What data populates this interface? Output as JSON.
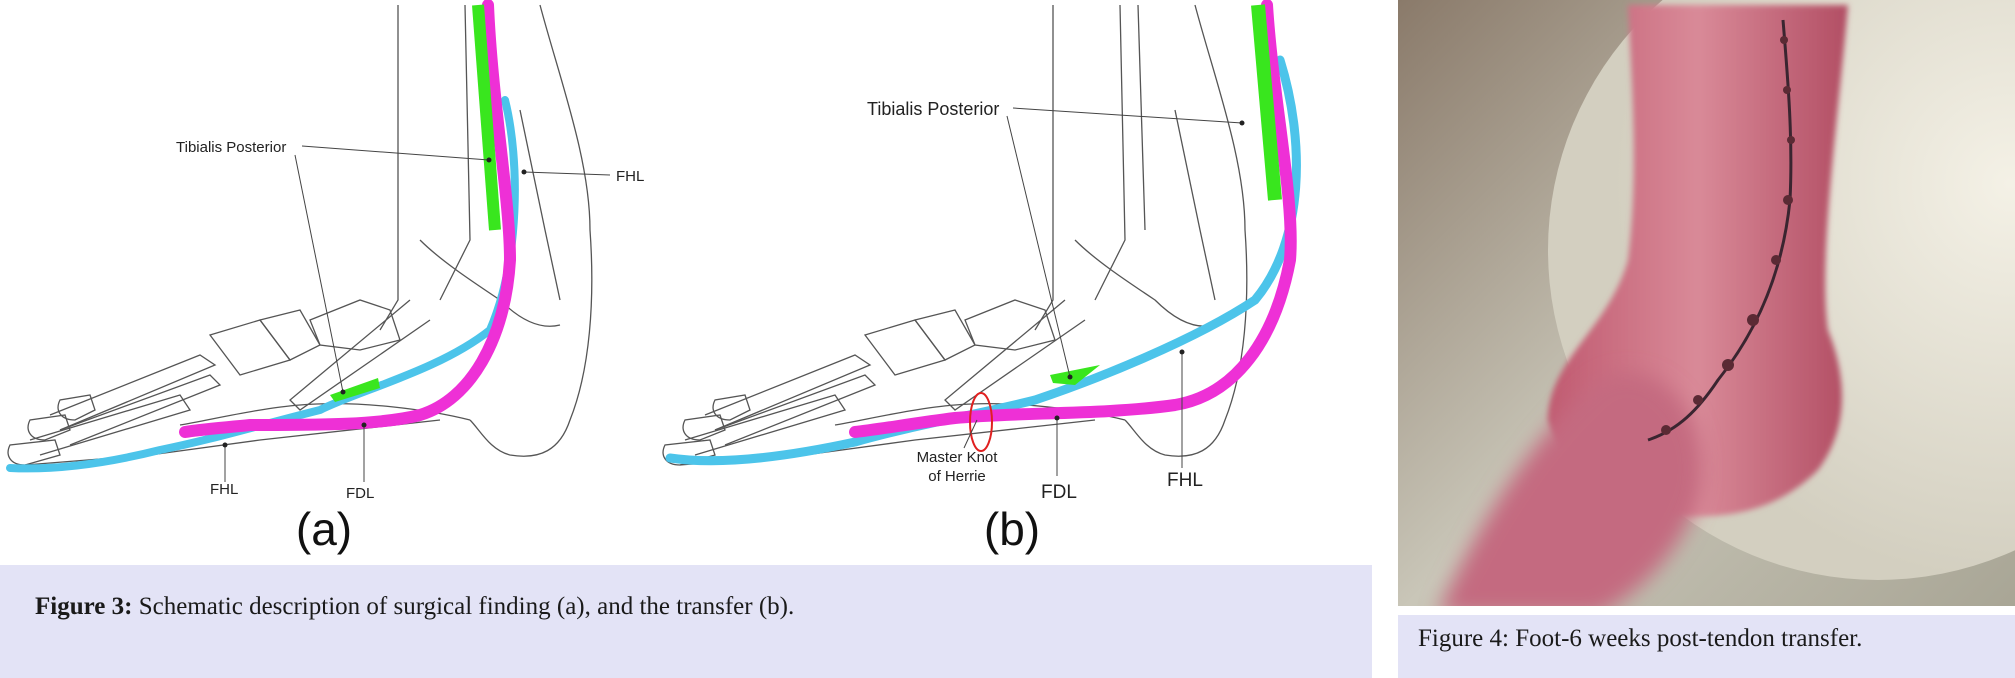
{
  "figure3": {
    "panel_a": {
      "label": "(a)",
      "labels": {
        "tibialis": "Tibialis Posterior",
        "fhl_upper": "FHL",
        "fhl_lower": "FHL",
        "fdl": "FDL"
      }
    },
    "panel_b": {
      "label": "(b)",
      "labels": {
        "tibialis": "Tibialis Posterior",
        "fdl": "FDL",
        "fhl": "FHL",
        "knot_line1": "Master Knot",
        "knot_line2": "of Herrie"
      }
    },
    "caption": {
      "bold": "Figure 3:",
      "text": " Schematic description of surgical finding (a), and the transfer (b)."
    }
  },
  "figure4": {
    "caption": "Figure 4: Foot-6 weeks post-tendon transfer."
  },
  "colors": {
    "caption_bg": "#e3e3f6",
    "tibialis_green": "#39e61e",
    "fdl_magenta": "#ee30d6",
    "fhl_cyan": "#4cc4ea",
    "knot_red": "#e02020",
    "bone_line": "#555555"
  }
}
